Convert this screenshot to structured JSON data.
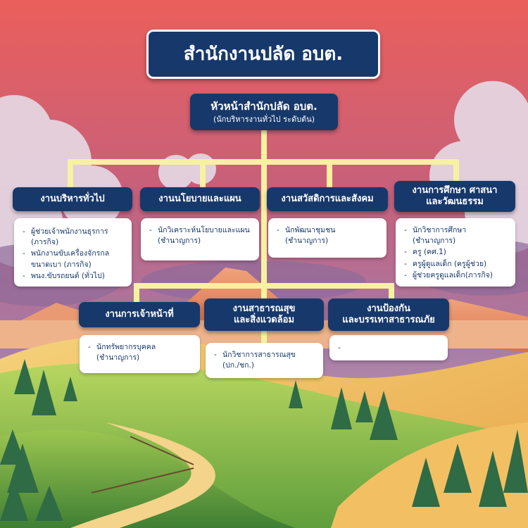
{
  "title": "สำนักงานปลัด อบต.",
  "head": {
    "title": "หัวหน้าสำนักปลัด อบต.",
    "subtitle": "(นักบริหารงานทั่วไป ระดับต้น)"
  },
  "departments": [
    {
      "name_lines": [
        "งานบริหารทั่วไป"
      ],
      "items": [
        [
          "ผู้ช่วยเจ้าพนักงานธุรการ",
          "(ภารกิจ)"
        ],
        [
          "พนักงานขับเครื่องจักรกล",
          "ขนาดเบา (ภารกิจ)"
        ],
        [
          "พนง.ขับรถยนต์ (ทั่วไป)"
        ]
      ]
    },
    {
      "name_lines": [
        "งานนโยบายและแผน"
      ],
      "items": [
        [
          "นักวิเคราะห์นโยบายและแผน",
          "(ชำนาญการ)"
        ]
      ]
    },
    {
      "name_lines": [
        "งานสวัสดิการและสังคม"
      ],
      "items": [
        [
          "นักพัฒนาชุมชน",
          "(ชำนาญการ)"
        ]
      ]
    },
    {
      "name_lines": [
        "งานการศึกษา ศาสนา",
        "และวัฒนธรรม"
      ],
      "items": [
        [
          "นักวิชาการศึกษา",
          "(ชำนาญการ)"
        ],
        [
          "ครู (คศ.1)"
        ],
        [
          "ครูผู้ดูแลเด็ก (ครูผู้ช่วย)"
        ],
        [
          "ผู้ช่วยครูดูแลเด็ก(ภารกิจ)"
        ]
      ]
    },
    {
      "name_lines": [
        "งานการเจ้าหน้าที่"
      ],
      "items": [
        [
          "นักทรัพยากรบุคคล",
          "(ชำนาญการ)"
        ]
      ]
    },
    {
      "name_lines": [
        "งานสาธารณสุข",
        "และสิ่งแวดล้อม"
      ],
      "items": [
        [
          "นักวิชาการสาธารณสุข",
          "(ปก./ชก.)"
        ]
      ]
    },
    {
      "name_lines": [
        "งานป้องกัน",
        "และบรรเทาสาธารณภัย"
      ],
      "items": [
        [
          ""
        ]
      ]
    }
  ],
  "colors": {
    "box": "#17386b",
    "connector": "#f7f1a0",
    "sky_top": "#e8605e",
    "sky_bottom": "#b98ca6",
    "grass": "#7fb848"
  }
}
